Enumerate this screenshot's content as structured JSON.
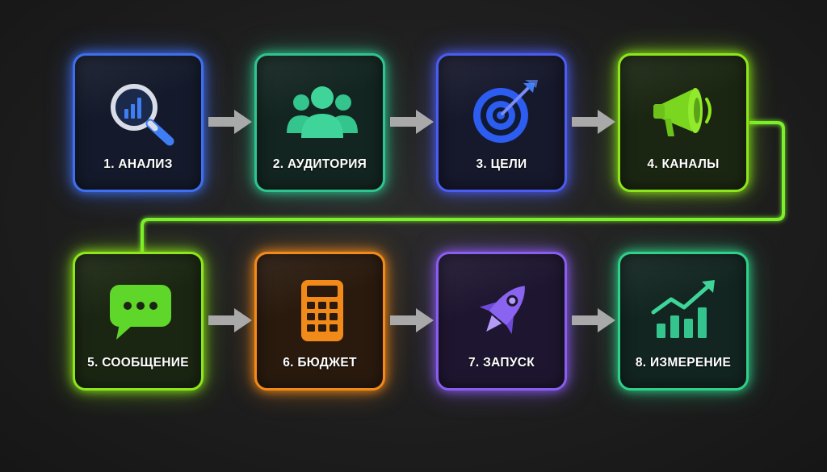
{
  "steps": [
    {
      "label": "1. АНАЛИЗ",
      "icon": "magnifier-chart-icon",
      "color": "#3f6ff0"
    },
    {
      "label": "2. АУДИТОРИЯ",
      "icon": "people-group-icon",
      "color": "#2fc48f"
    },
    {
      "label": "3. ЦЕЛИ",
      "icon": "target-arrow-icon",
      "color": "#4b5cf0"
    },
    {
      "label": "4. КАНАЛЫ",
      "icon": "megaphone-icon",
      "color": "#8ce61a"
    },
    {
      "label": "5. СООБЩЕНИЕ",
      "icon": "chat-bubble-icon",
      "color": "#8ce61a"
    },
    {
      "label": "6. БЮДЖЕТ",
      "icon": "calculator-icon",
      "color": "#f28a1a"
    },
    {
      "label": "7. ЗАПУСК",
      "icon": "rocket-icon",
      "color": "#8a5cf0"
    },
    {
      "label": "8. ИЗМЕРЕНИЕ",
      "icon": "growth-chart-icon",
      "color": "#2fd08a"
    }
  ],
  "colors": {
    "background": "#1e1e1e",
    "connector": "#7cf02a",
    "arrow": "#a9a9a9"
  }
}
